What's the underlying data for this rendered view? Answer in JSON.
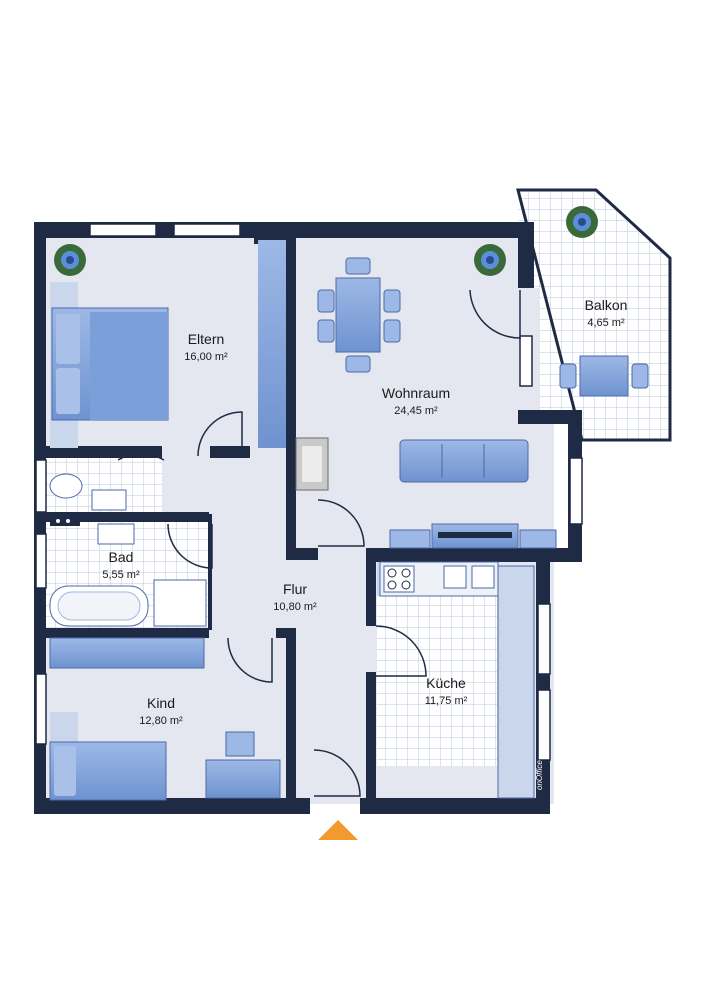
{
  "rooms": {
    "eltern": {
      "name": "Eltern",
      "area": "16,00 m²"
    },
    "wohnraum": {
      "name": "Wohnraum",
      "area": "24,45 m²"
    },
    "balkon": {
      "name": "Balkon",
      "area": "4,65 m²"
    },
    "bad": {
      "name": "Bad",
      "area": "5,55 m²"
    },
    "flur": {
      "name": "Flur",
      "area": "10,80 m²"
    },
    "kueche": {
      "name": "Küche",
      "area": "11,75 m²"
    },
    "kind": {
      "name": "Kind",
      "area": "12,80 m²"
    }
  },
  "brand": "onOffice",
  "colors": {
    "wall": "#1f2a44",
    "floor": "#e4e7f0",
    "furniture": "#7b9fd8",
    "furniture_dark": "#5a7fc0",
    "tile_line": "#b9c6dc",
    "entrance_arrow": "#f39a2e"
  },
  "icons": {
    "plant": "plant-icon",
    "entrance": "entrance-arrow-icon"
  }
}
